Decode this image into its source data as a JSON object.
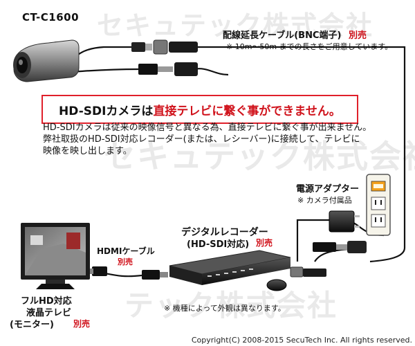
{
  "camera": {
    "model": "CT-C1600"
  },
  "cable": {
    "title": "配線延長ケーブル(BNC端子)",
    "sold_separately": "別売",
    "note": "※ 10m〜50m までの長さをご用意しています。"
  },
  "notice": {
    "title_prefix": "HD-SDIカメラは",
    "title_highlight": "直接テレビに繋ぐ事ができません。",
    "lines": [
      "HD-SDIカメラは従来の映像信号と異なる為、直接テレビに繋ぐ事が出来ません。",
      "弊社取扱のHD-SDI対応レコーダー(または、レシーバー)に接続して、テレビに",
      "映像を映し出します。"
    ]
  },
  "adapter": {
    "title": "電源アダプター",
    "note": "※ カメラ付属品"
  },
  "recorder": {
    "title_line1": "デジタルレコーダー",
    "title_line2": "(HD-SDI対応)",
    "sold_separately": "別売"
  },
  "hdmi": {
    "title": "HDMIケーブル",
    "sold_separately": "別売"
  },
  "monitor": {
    "line1": "フルHD対応",
    "line2": "液晶テレビ",
    "line3": "(モニター)",
    "sold_separately": "別売"
  },
  "appearance_note": "※ 機種によって外観は異なります。",
  "copyright": "Copyright(C) 2008-2015 SecuTech Inc. All rights reserved."
}
